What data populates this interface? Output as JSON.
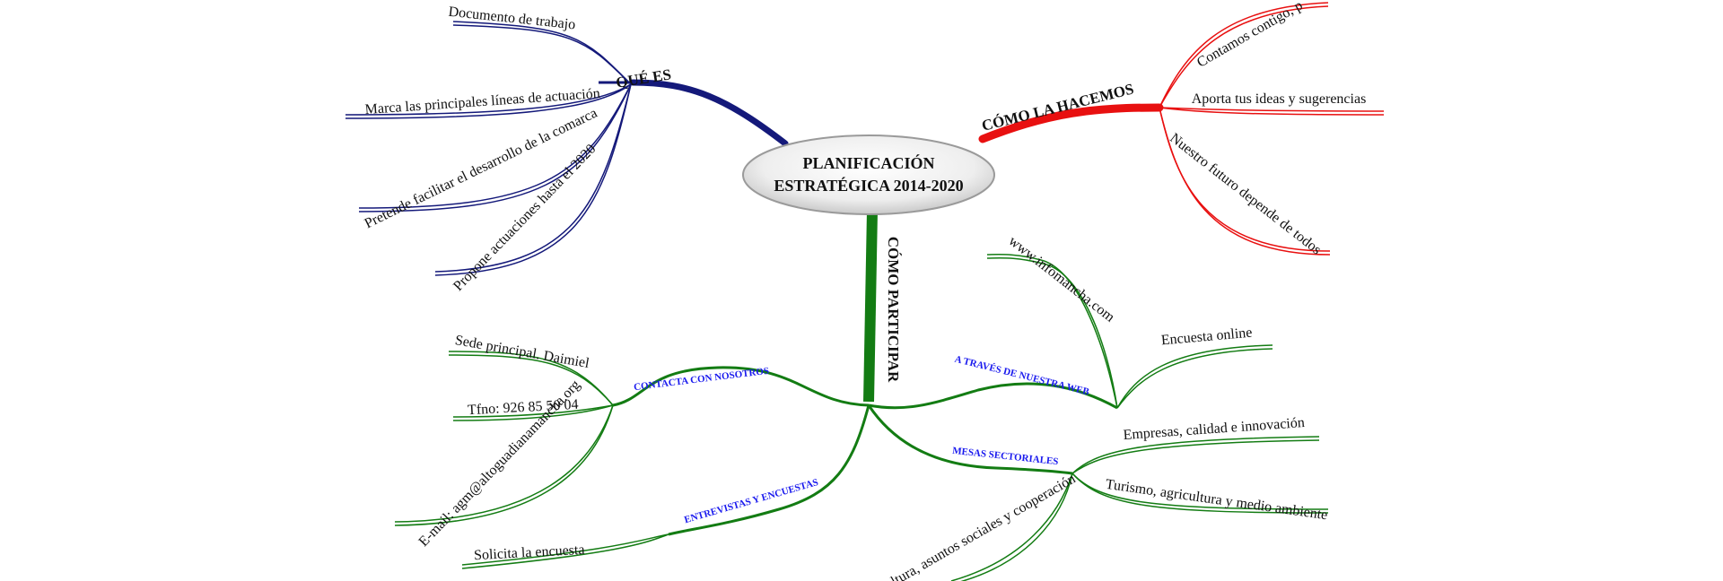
{
  "central_topic": {
    "line1": "PLANIFICACIÓN",
    "line2": "ESTRATÉGICA 2014-2020"
  },
  "branches": {
    "que_es": {
      "label": "QUÉ ES",
      "color": "#14197a",
      "items": [
        "Documento de trabajo",
        "Marca las principales líneas de actuación",
        "Pretende facilitar el desarrollo de la comarca",
        "Propone actuaciones hasta el 2020"
      ]
    },
    "como_la_hacemos": {
      "label": "CÓMO LA HACEMOS",
      "color": "#e81010",
      "items": [
        "Contamos contigo, p",
        "Aporta tus ideas y sugerencias",
        "Nuestro futuro depende de todos"
      ]
    },
    "como_participar": {
      "label": "CÓMO PARTICIPAR",
      "color": "#137c13",
      "sub_branch_label_color": "#1a1aee",
      "contacta": {
        "label": "CONTACTA CON NOSOTROS",
        "items": [
          "Sede principal. Daimiel",
          "Tfno: 926 85 50 04",
          "E-mail: agm@altoguadianamancha.org"
        ]
      },
      "web": {
        "label": "A TRAVÉS DE NUESTRA WEB",
        "items": [
          "www.infomancha.com",
          "Encuesta online"
        ]
      },
      "entrevistas": {
        "label": "ENTREVISTAS Y ENCUESTAS",
        "items": [
          "Solicita la encuesta"
        ]
      },
      "mesas": {
        "label": "MESAS SECTORIALES",
        "items": [
          "Empresas, calidad e innovación",
          "Turismo, agricultura y medio ambiente",
          "Cultura, asuntos sociales y cooperación"
        ]
      }
    }
  }
}
